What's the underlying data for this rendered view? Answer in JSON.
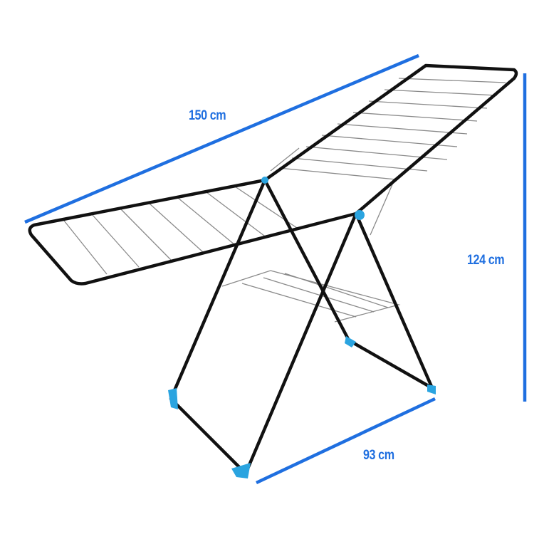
{
  "dimensions": {
    "length": "150 cm",
    "height": "124 cm",
    "depth": "93 cm"
  },
  "colors": {
    "dimension_line": "#1f6fe0",
    "frame": "#111111",
    "accent_parts": "#2aa4e0",
    "wire": "#888888"
  }
}
